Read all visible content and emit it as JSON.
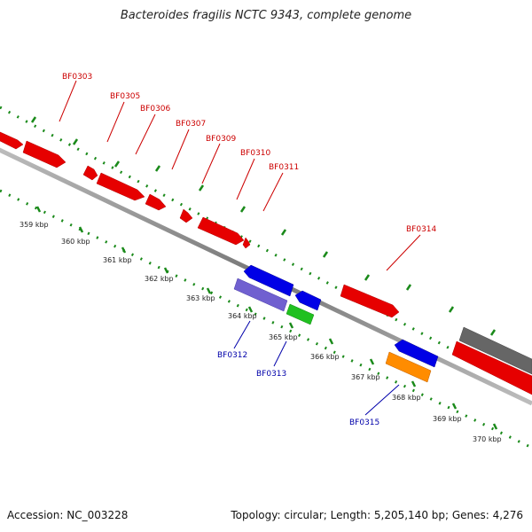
{
  "title": "Bacteroides fragilis NCTC 9343, complete genome",
  "footer": {
    "accession": "Accession: NC_003228",
    "topology": "Topology: circular; Length: 5,205,140 bp; Genes: 4,276"
  },
  "colors": {
    "forward_gene": "#e60000",
    "reverse_gene": "#0000e6",
    "reverse_gene_alt": "#7060d0",
    "rna_gene": "#20c020",
    "other_gene": "#ff8c00",
    "pseudo_gene": "#666666",
    "backbone": "#888888",
    "tick_green": "#1a8a1a",
    "forward_label": "#cc0000",
    "reverse_label": "#0000aa"
  },
  "scale_labels": [
    "359 kbp",
    "360 kbp",
    "361 kbp",
    "362 kbp",
    "363 kbp",
    "364 kbp",
    "365 kbp",
    "366 kbp",
    "367 kbp",
    "368 kbp",
    "369 kbp",
    "370 kbp"
  ],
  "forward_labels": [
    "BF0303",
    "BF0305",
    "BF0306",
    "BF0307",
    "BF0309",
    "BF0310",
    "BF0311",
    "BF0314"
  ],
  "reverse_labels": [
    "BF0312",
    "BF0313",
    "BF0315"
  ]
}
